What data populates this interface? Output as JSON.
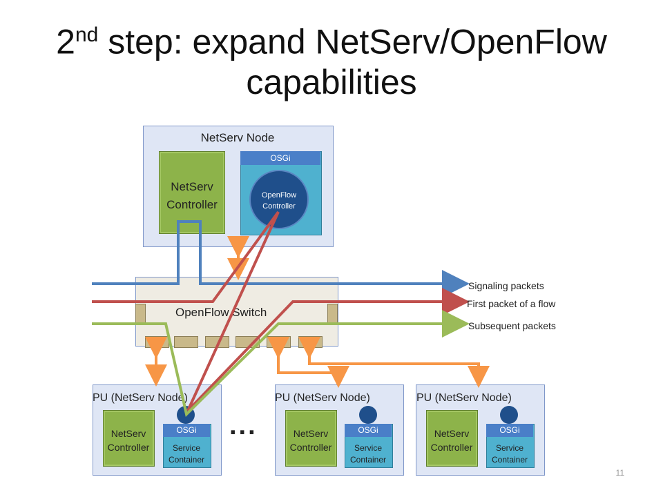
{
  "title": {
    "ordinal": "2",
    "suffix": "nd",
    "rest": " step: expand NetServ/OpenFlow capabilities"
  },
  "top_node": {
    "label": "NetServ Node",
    "controller": "NetServ Controller",
    "osgi": "OSGi",
    "openflow_controller": "OpenFlow Controller"
  },
  "switch": {
    "label": "OpenFlow Switch"
  },
  "legend": {
    "signaling": "Signaling packets",
    "first": "First packet of a flow",
    "subsequent": "Subsequent packets"
  },
  "pu_nodes": [
    {
      "label": "PU (NetServ Node)",
      "controller": "NetServ Controller",
      "osgi": "OSGi",
      "container": "Service Container"
    },
    {
      "label": "PU (NetServ Node)",
      "controller": "NetServ Controller",
      "osgi": "OSGi",
      "container": "Service Container"
    },
    {
      "label": "PU (NetServ Node)",
      "controller": "NetServ Controller",
      "osgi": "OSGi",
      "container": "Service Container"
    }
  ],
  "ellipsis": "...",
  "page_number": "11",
  "colors": {
    "signaling": "#4f81bd",
    "first": "#c0504d",
    "subsequent": "#9bbb59",
    "link": "#f79646"
  }
}
